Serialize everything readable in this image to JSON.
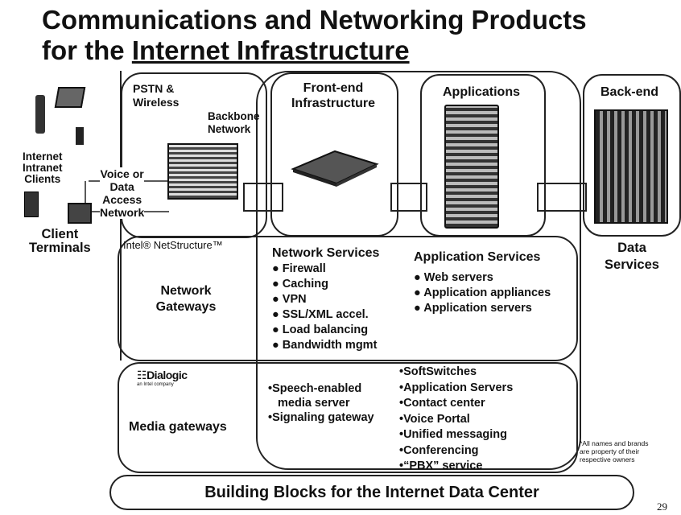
{
  "title": {
    "line1": "Communications and Networking Products",
    "line2_prefix": "for the ",
    "line2_underlined": "Internet Infrastructure"
  },
  "left": {
    "clients": [
      "Internet",
      "Intranet",
      "Clients"
    ],
    "access": [
      "Voice or",
      "Data",
      "Access",
      "Network"
    ],
    "terminals": [
      "Client",
      "Terminals"
    ]
  },
  "columns": {
    "pstn": [
      "PSTN &",
      "Wireless"
    ],
    "backbone": [
      "Backbone",
      "Network"
    ],
    "frontend": [
      "Front-end",
      "Infrastructure"
    ],
    "applications": "Applications",
    "backend": "Back-end",
    "data_services": [
      "Data",
      "Services"
    ]
  },
  "intel": {
    "brand": "Intel® NetStructure™",
    "gateways": [
      "Network",
      "Gateways"
    ],
    "network_services": {
      "heading": "Network Services",
      "items": [
        "Firewall",
        "Caching",
        "VPN",
        "SSL/XML accel.",
        "Load balancing",
        "Bandwidth mgmt"
      ]
    },
    "application_services": {
      "heading": "Application Services",
      "items": [
        "Web servers",
        "Application appliances",
        "Application servers"
      ]
    }
  },
  "dialogic": {
    "brand": "Dialogic",
    "tagline": "an Intel company",
    "gateways": "Media gateways",
    "media_items": [
      "Speech-enabled",
      "media server",
      "Signaling gateway"
    ],
    "app_items": [
      "SoftSwitches",
      "Application Servers",
      "Contact center",
      "Voice Portal",
      "Unified messaging",
      "Conferencing",
      "“PBX” service"
    ]
  },
  "footnote": [
    "*All names and brands",
    "are property of their",
    "respective owners"
  ],
  "bottom_banner": "Building Blocks for the Internet Data Center",
  "page_number": "29"
}
